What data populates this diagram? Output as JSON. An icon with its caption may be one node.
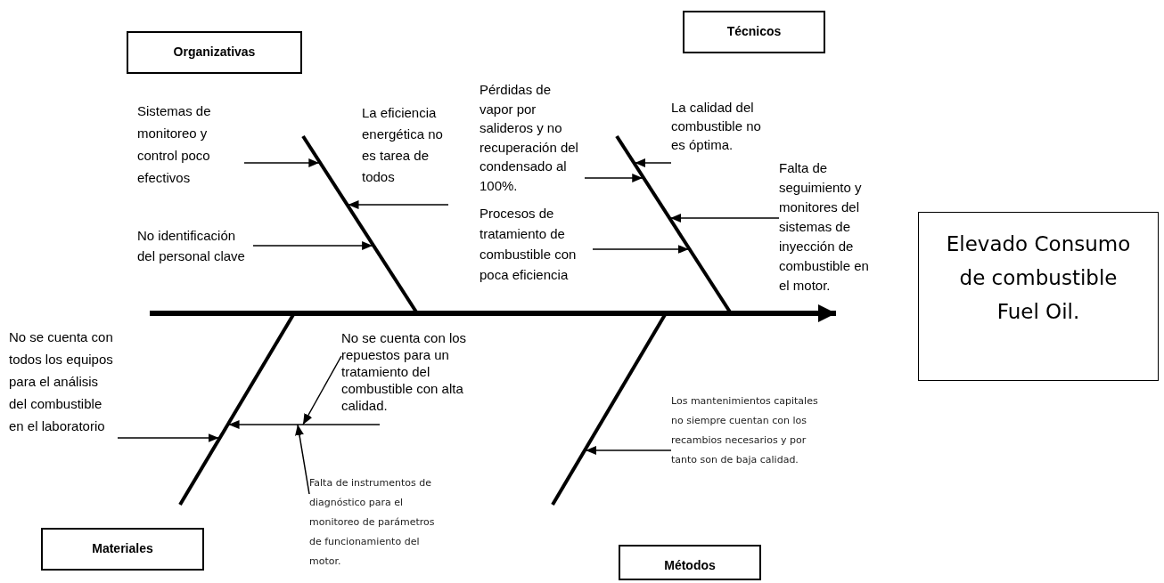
{
  "diagram": {
    "nodes": [
      {
        "text": [
          "Organizativas"
        ]
      },
      {
        "text": [
          "Técnicos"
        ]
      },
      {
        "text": [
          "Materiales"
        ]
      },
      {
        "text": [
          "Métodos"
        ]
      },
      {
        "text": [
          "Elevado Consumo de combustible Fuel Oil."
        ]
      },
      {
        "text": [
          "Sistemas de monitoreo y control poco efectivos"
        ]
      },
      {
        "text": [
          "La eficiencia energética no es tarea de todos"
        ]
      },
      {
        "text": [
          "No identificación del personal clave"
        ]
      },
      {
        "text": [
          "Pérdidas de vapor por salideros y no recuperación del condensado al 100%."
        ]
      },
      {
        "text": [
          "La calidad del combustible no es óptima."
        ]
      },
      {
        "text": [
          "Falta de seguimiento y monitores del sistemas de inyección de combustible en el motor."
        ]
      },
      {
        "text": [
          "Procesos de tratamiento de combustible con poca eficiencia"
        ]
      },
      {
        "text": [
          "No se cuenta con los repuestos para un tratamiento del combustible con alta calidad."
        ]
      },
      {
        "text": [
          "No se cuenta con todos los equipos para el análisis del combustible en el laboratorio"
        ]
      },
      {
        "text": [
          "Falta de instrumentos de diagnóstico para el monitoreo de parámetros de funcionamiento del motor."
        ]
      },
      {
        "text": [
          "Los mantenimientos capitales no siempre cuentan con los recambios necesarios y por tanto son de baja calidad."
        ]
      },
      {
        "text": [],
        "shape": "line"
      },
      {
        "text": [],
        "shape": "line"
      },
      {
        "text": [],
        "shape": "line"
      },
      {
        "text": [],
        "shape": "line"
      },
      {
        "text": [],
        "shape": "line"
      }
    ],
    "edges": [
      {
        "from": 5,
        "to": 16,
        "arrow": "to"
      },
      {
        "from": 6,
        "to": 16,
        "arrow": "to"
      },
      {
        "from": 7,
        "to": 16,
        "arrow": "to"
      },
      {
        "from": 8,
        "to": 17,
        "arrow": "to"
      },
      {
        "from": 9,
        "to": 17,
        "arrow": "to"
      },
      {
        "from": 10,
        "to": 17,
        "arrow": "to"
      },
      {
        "from": 11,
        "to": 17,
        "arrow": "to"
      },
      {
        "from": 12,
        "to": 20,
        "arrow": "to"
      },
      {
        "from": 14,
        "to": 20,
        "arrow": "to"
      },
      {
        "from": 20,
        "to": 18,
        "arrow": "to"
      },
      {
        "from": 13,
        "to": 18,
        "arrow": "to"
      },
      {
        "from": 15,
        "to": 19,
        "arrow": "to"
      },
      {
        "from": null,
        "to": 4,
        "arrow": "to",
        "style": "thick"
      }
    ]
  }
}
